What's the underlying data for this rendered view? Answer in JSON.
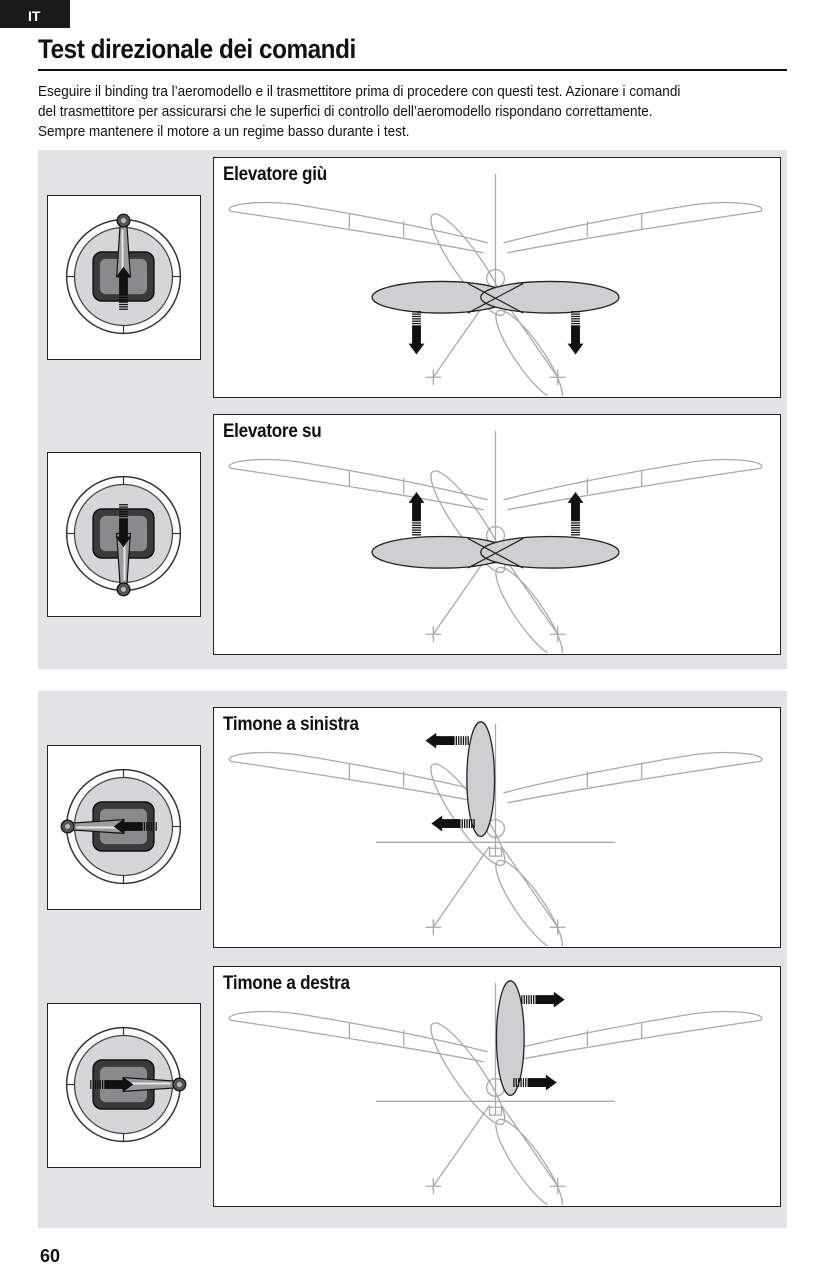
{
  "header": {
    "language_tab": "IT"
  },
  "title": "Test direzionale dei comandi",
  "intro_lines": [
    "Eseguire il binding tra l’aeromodello e il trasmettitore prima di procedere con questi test. Azionare i comandi",
    "del trasmettitore per assicurarsi che le superfici di controllo dell’aeromodello rispondano correttamente.",
    "Sempre mantenere il motore a un regime basso durante i test."
  ],
  "panels": [
    {
      "label": "Elevatore giù",
      "stick": "up",
      "surface": "elevator-down"
    },
    {
      "label": "Elevatore su",
      "stick": "down",
      "surface": "elevator-up"
    },
    {
      "label": "Timone a sinistra",
      "stick": "left",
      "surface": "rudder-left"
    },
    {
      "label": "Timone a destra",
      "stick": "right",
      "surface": "rudder-right"
    }
  ],
  "footer": {
    "page_number": "60"
  },
  "colors": {
    "surface_fill": "#cfcfd1",
    "section_bg": "#e3e3e5",
    "line": "#a9a9a9"
  }
}
